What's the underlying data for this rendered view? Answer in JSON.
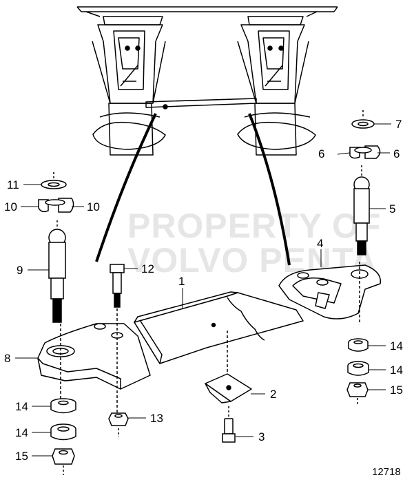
{
  "watermark": {
    "line1": "PROPERTY OF",
    "line2": "VOLVO PENTA"
  },
  "reference_number": "12718",
  "callouts": {
    "c1": "1",
    "c2": "2",
    "c3": "3",
    "c4": "4",
    "c5": "5",
    "c6a": "6",
    "c6b": "6",
    "c7": "7",
    "c8": "8",
    "c9": "9",
    "c10a": "10",
    "c10b": "10",
    "c11": "11",
    "c12": "12",
    "c13": "13",
    "c14a": "14",
    "c14b": "14",
    "c14c": "14",
    "c14d": "14",
    "c15a": "15",
    "c15b": "15"
  }
}
